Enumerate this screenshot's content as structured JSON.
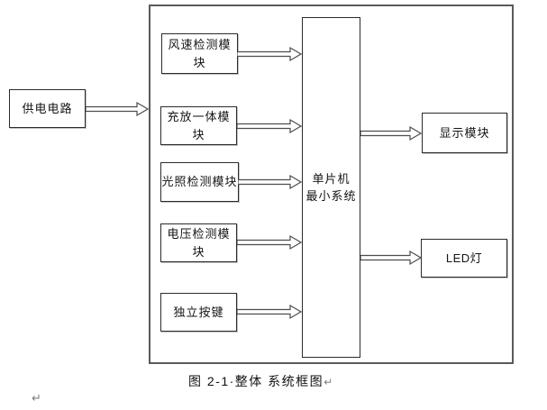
{
  "diagram": {
    "caption": "图 2-1·整体 系统框图",
    "return_mark": "↵",
    "boxes": {
      "power": {
        "label": "供电电路"
      },
      "wind": {
        "label": "风速检测模块"
      },
      "charge": {
        "label": "充放一体模块"
      },
      "light": {
        "label": "光照检测模块"
      },
      "voltage": {
        "label": "电压检测模块"
      },
      "keys": {
        "label": "独立按键"
      },
      "mcu": {
        "label_line1": "单片机",
        "label_line2": "最小系统"
      },
      "display": {
        "label": "显示模块"
      },
      "led": {
        "label": "LED灯"
      }
    },
    "arrows": [
      {
        "name": "power-to-system"
      },
      {
        "name": "wind-to-mcu"
      },
      {
        "name": "charge-to-mcu"
      },
      {
        "name": "light-to-mcu"
      },
      {
        "name": "voltage-to-mcu"
      },
      {
        "name": "keys-to-mcu"
      },
      {
        "name": "mcu-to-display"
      },
      {
        "name": "mcu-to-led"
      }
    ],
    "colors": {
      "outer_border": "#5a5a5a",
      "box_border": "#2b2b2b",
      "arrow_stroke": "#4d4d4d",
      "text": "#141414",
      "mark_gray": "#7d7d7d"
    }
  }
}
